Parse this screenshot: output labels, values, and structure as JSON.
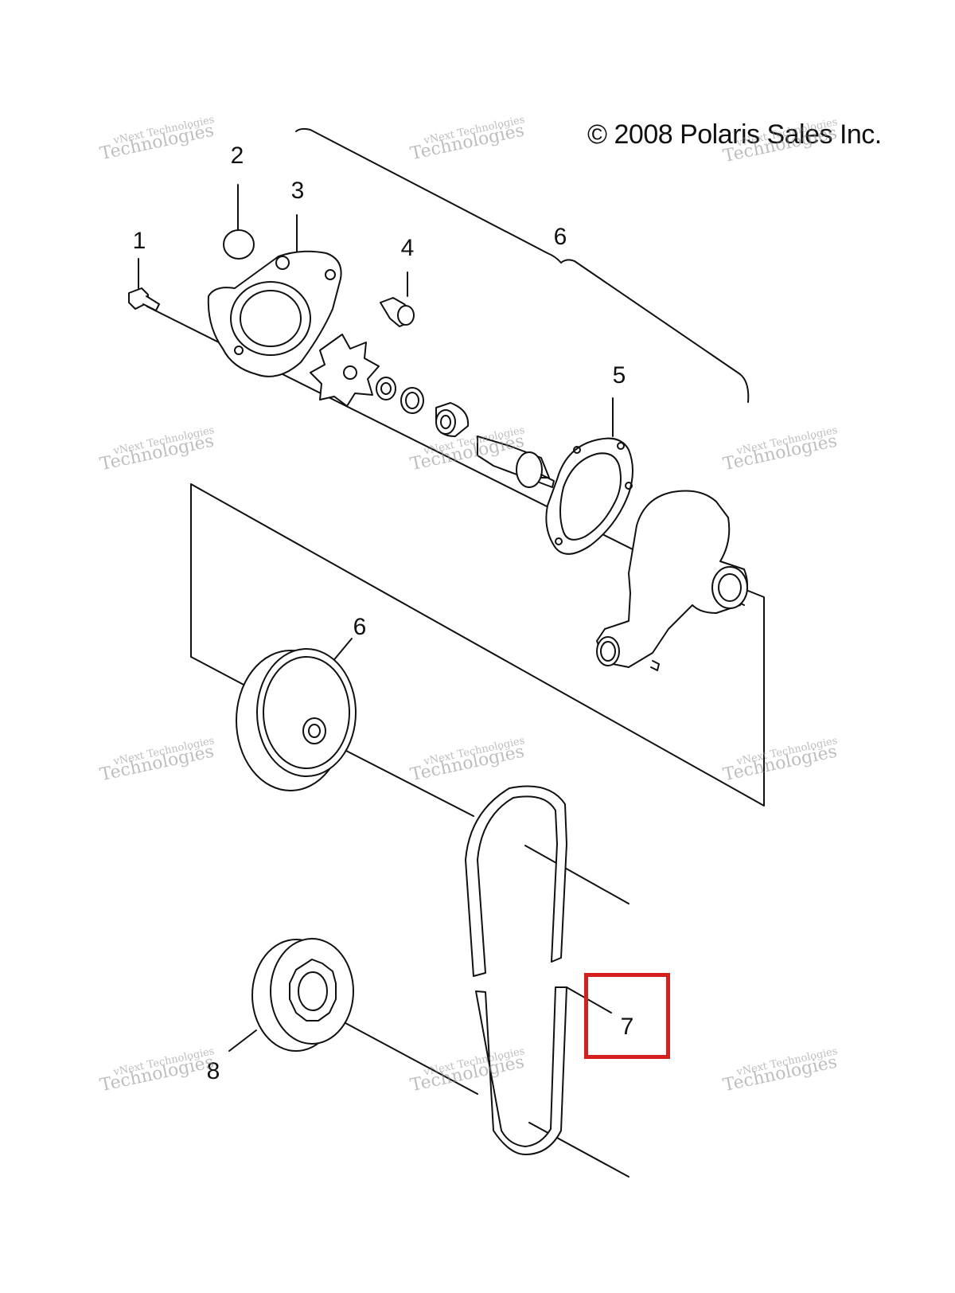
{
  "copyright": "© 2008 Polaris Sales Inc.",
  "watermark": {
    "line1": "vNext Technologies",
    "line2": "Technologies"
  },
  "callouts": [
    "2",
    "3",
    "1",
    "4",
    "6",
    "5",
    "6",
    "7",
    "8"
  ],
  "highlight_color": "#d62020"
}
